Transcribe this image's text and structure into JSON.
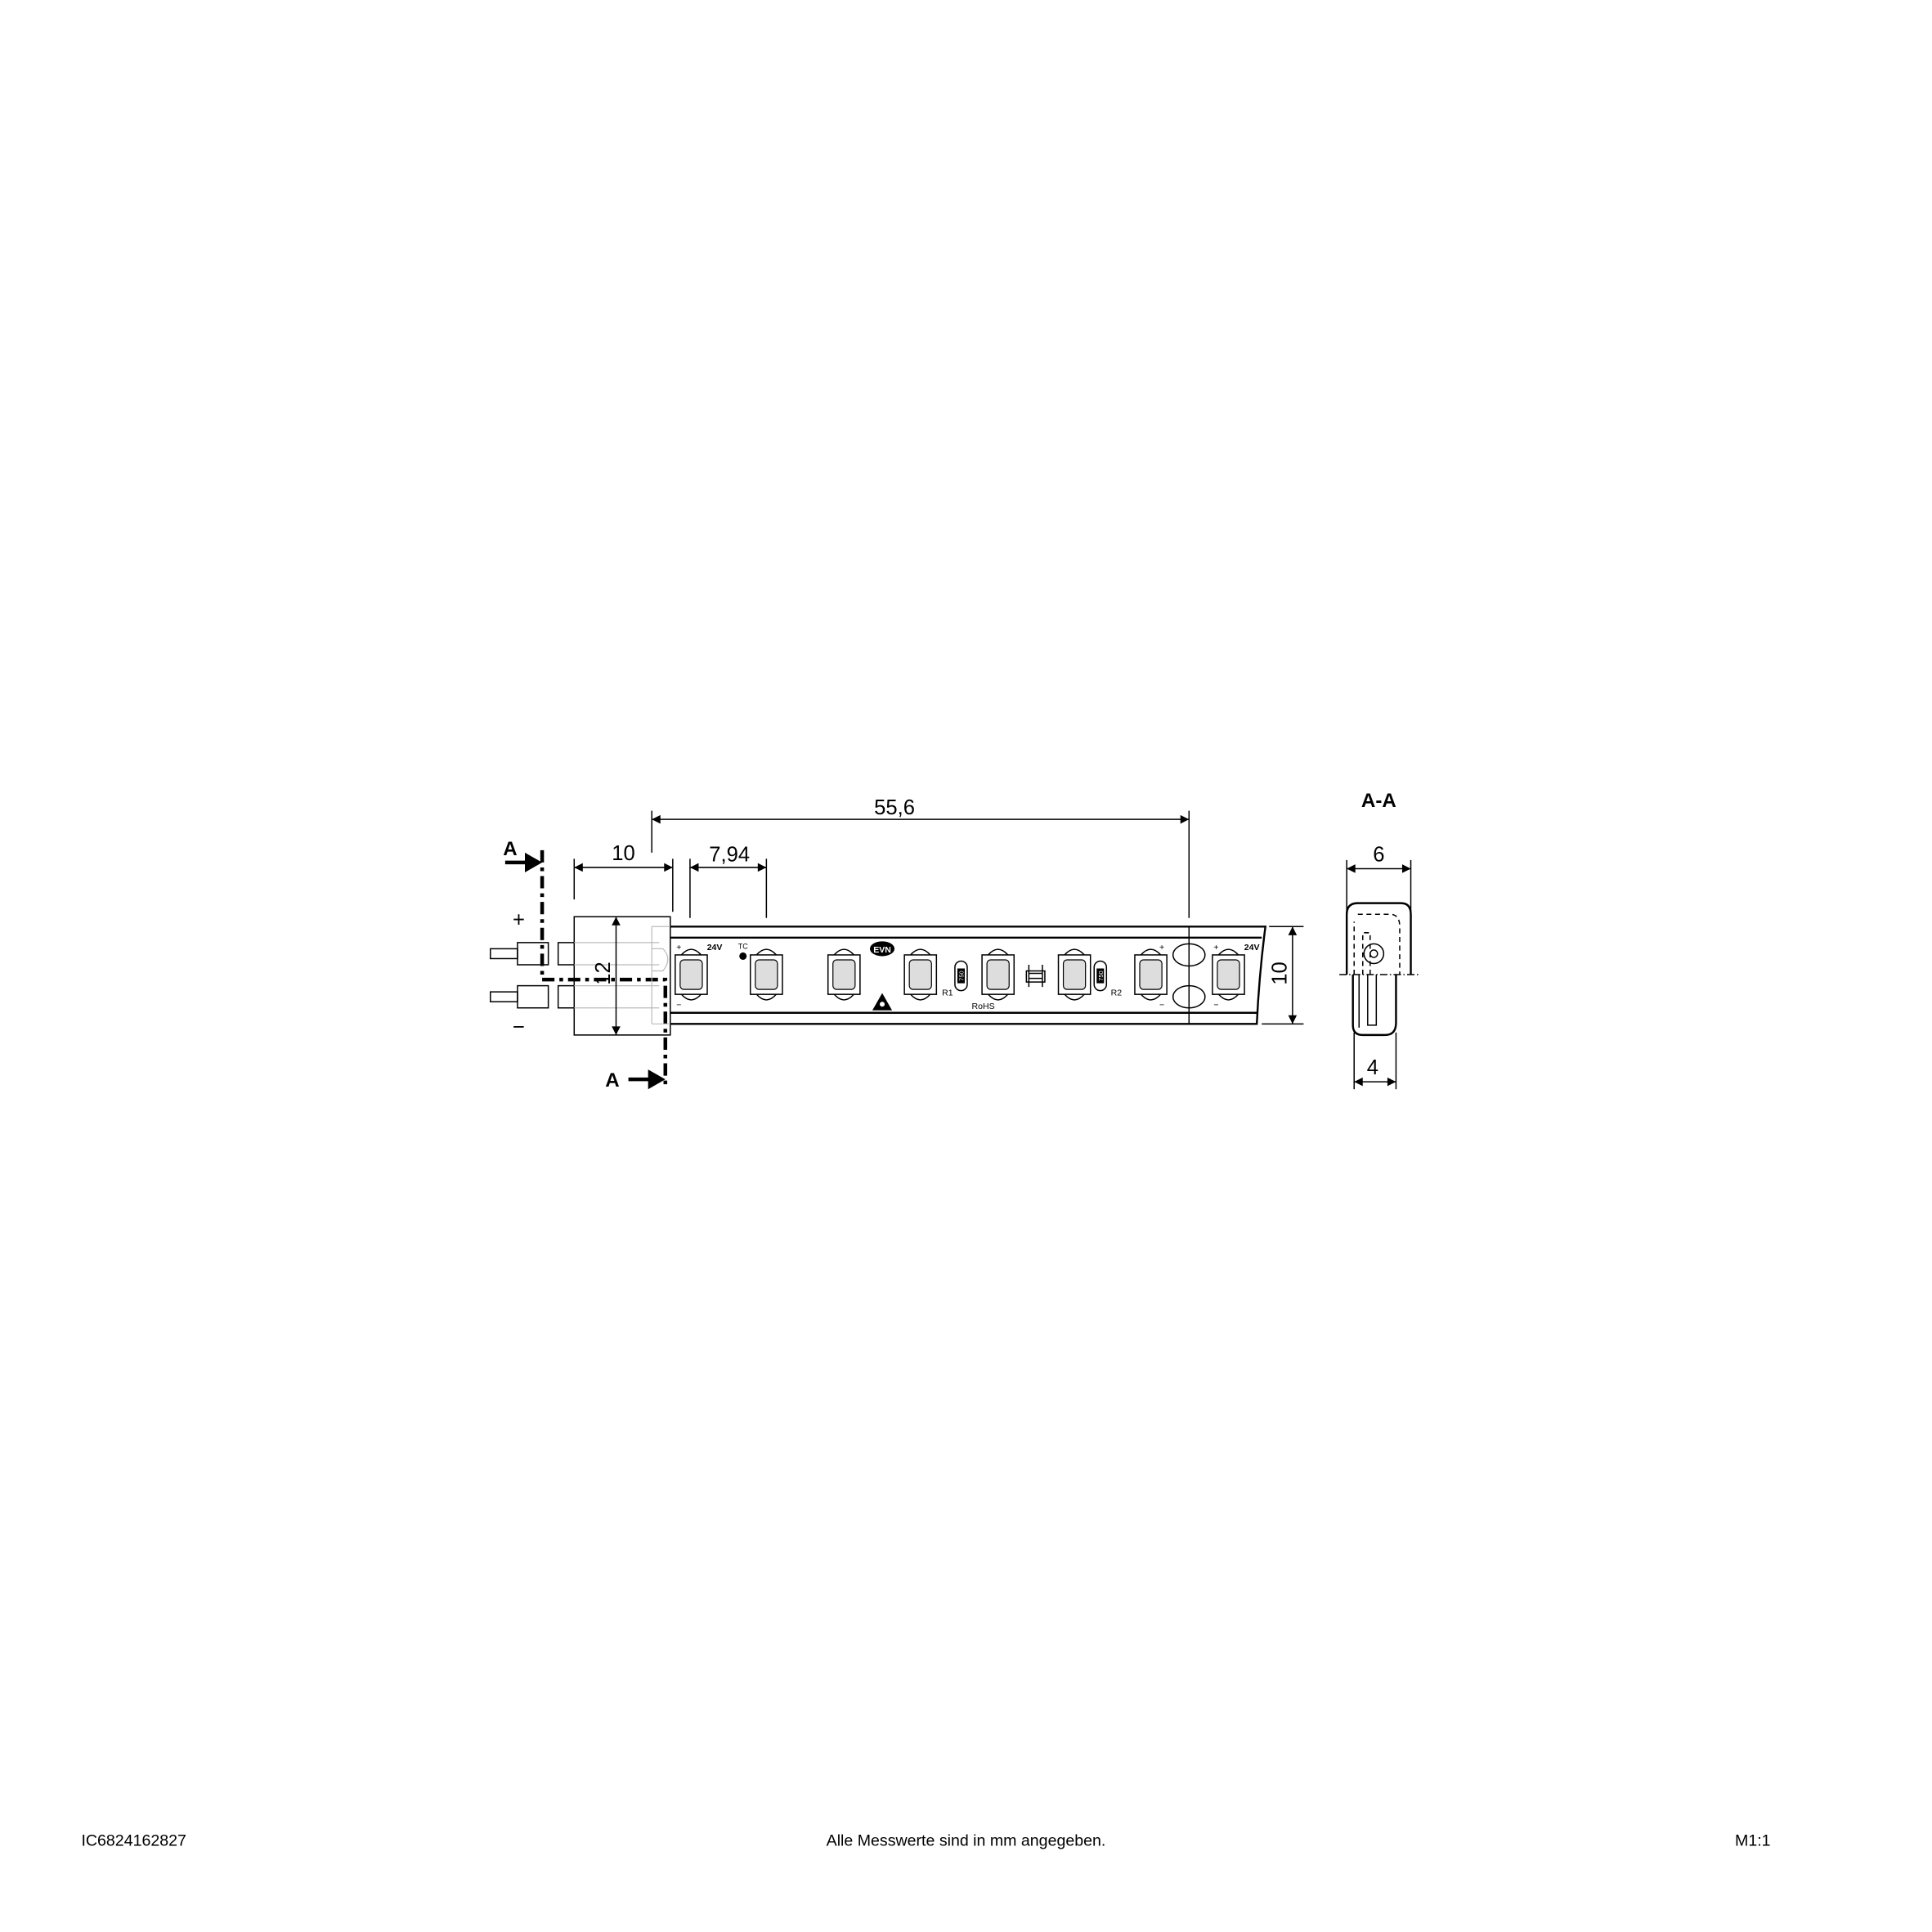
{
  "drawing": {
    "dimensions": {
      "total_length": "55,6",
      "connector_length": "10",
      "led_pitch": "7,94",
      "connector_height": "12",
      "strip_width": "10",
      "section_width": "6",
      "section_inner_width": "4"
    },
    "section_marker": "A",
    "section_title": "A-A",
    "terminal_plus": "+",
    "terminal_minus": "−",
    "strip_labels": {
      "plus": "+",
      "minus": "−",
      "voltage": "24V",
      "tc": "TC",
      "brand": "EVN",
      "r1": "R1",
      "r2": "R2",
      "resistor_value": "750",
      "rohs": "RoHS"
    }
  },
  "footer": {
    "article_number": "IC6824162827",
    "note": "Alle Messwerte sind in mm angegeben.",
    "scale": "M1:1"
  }
}
